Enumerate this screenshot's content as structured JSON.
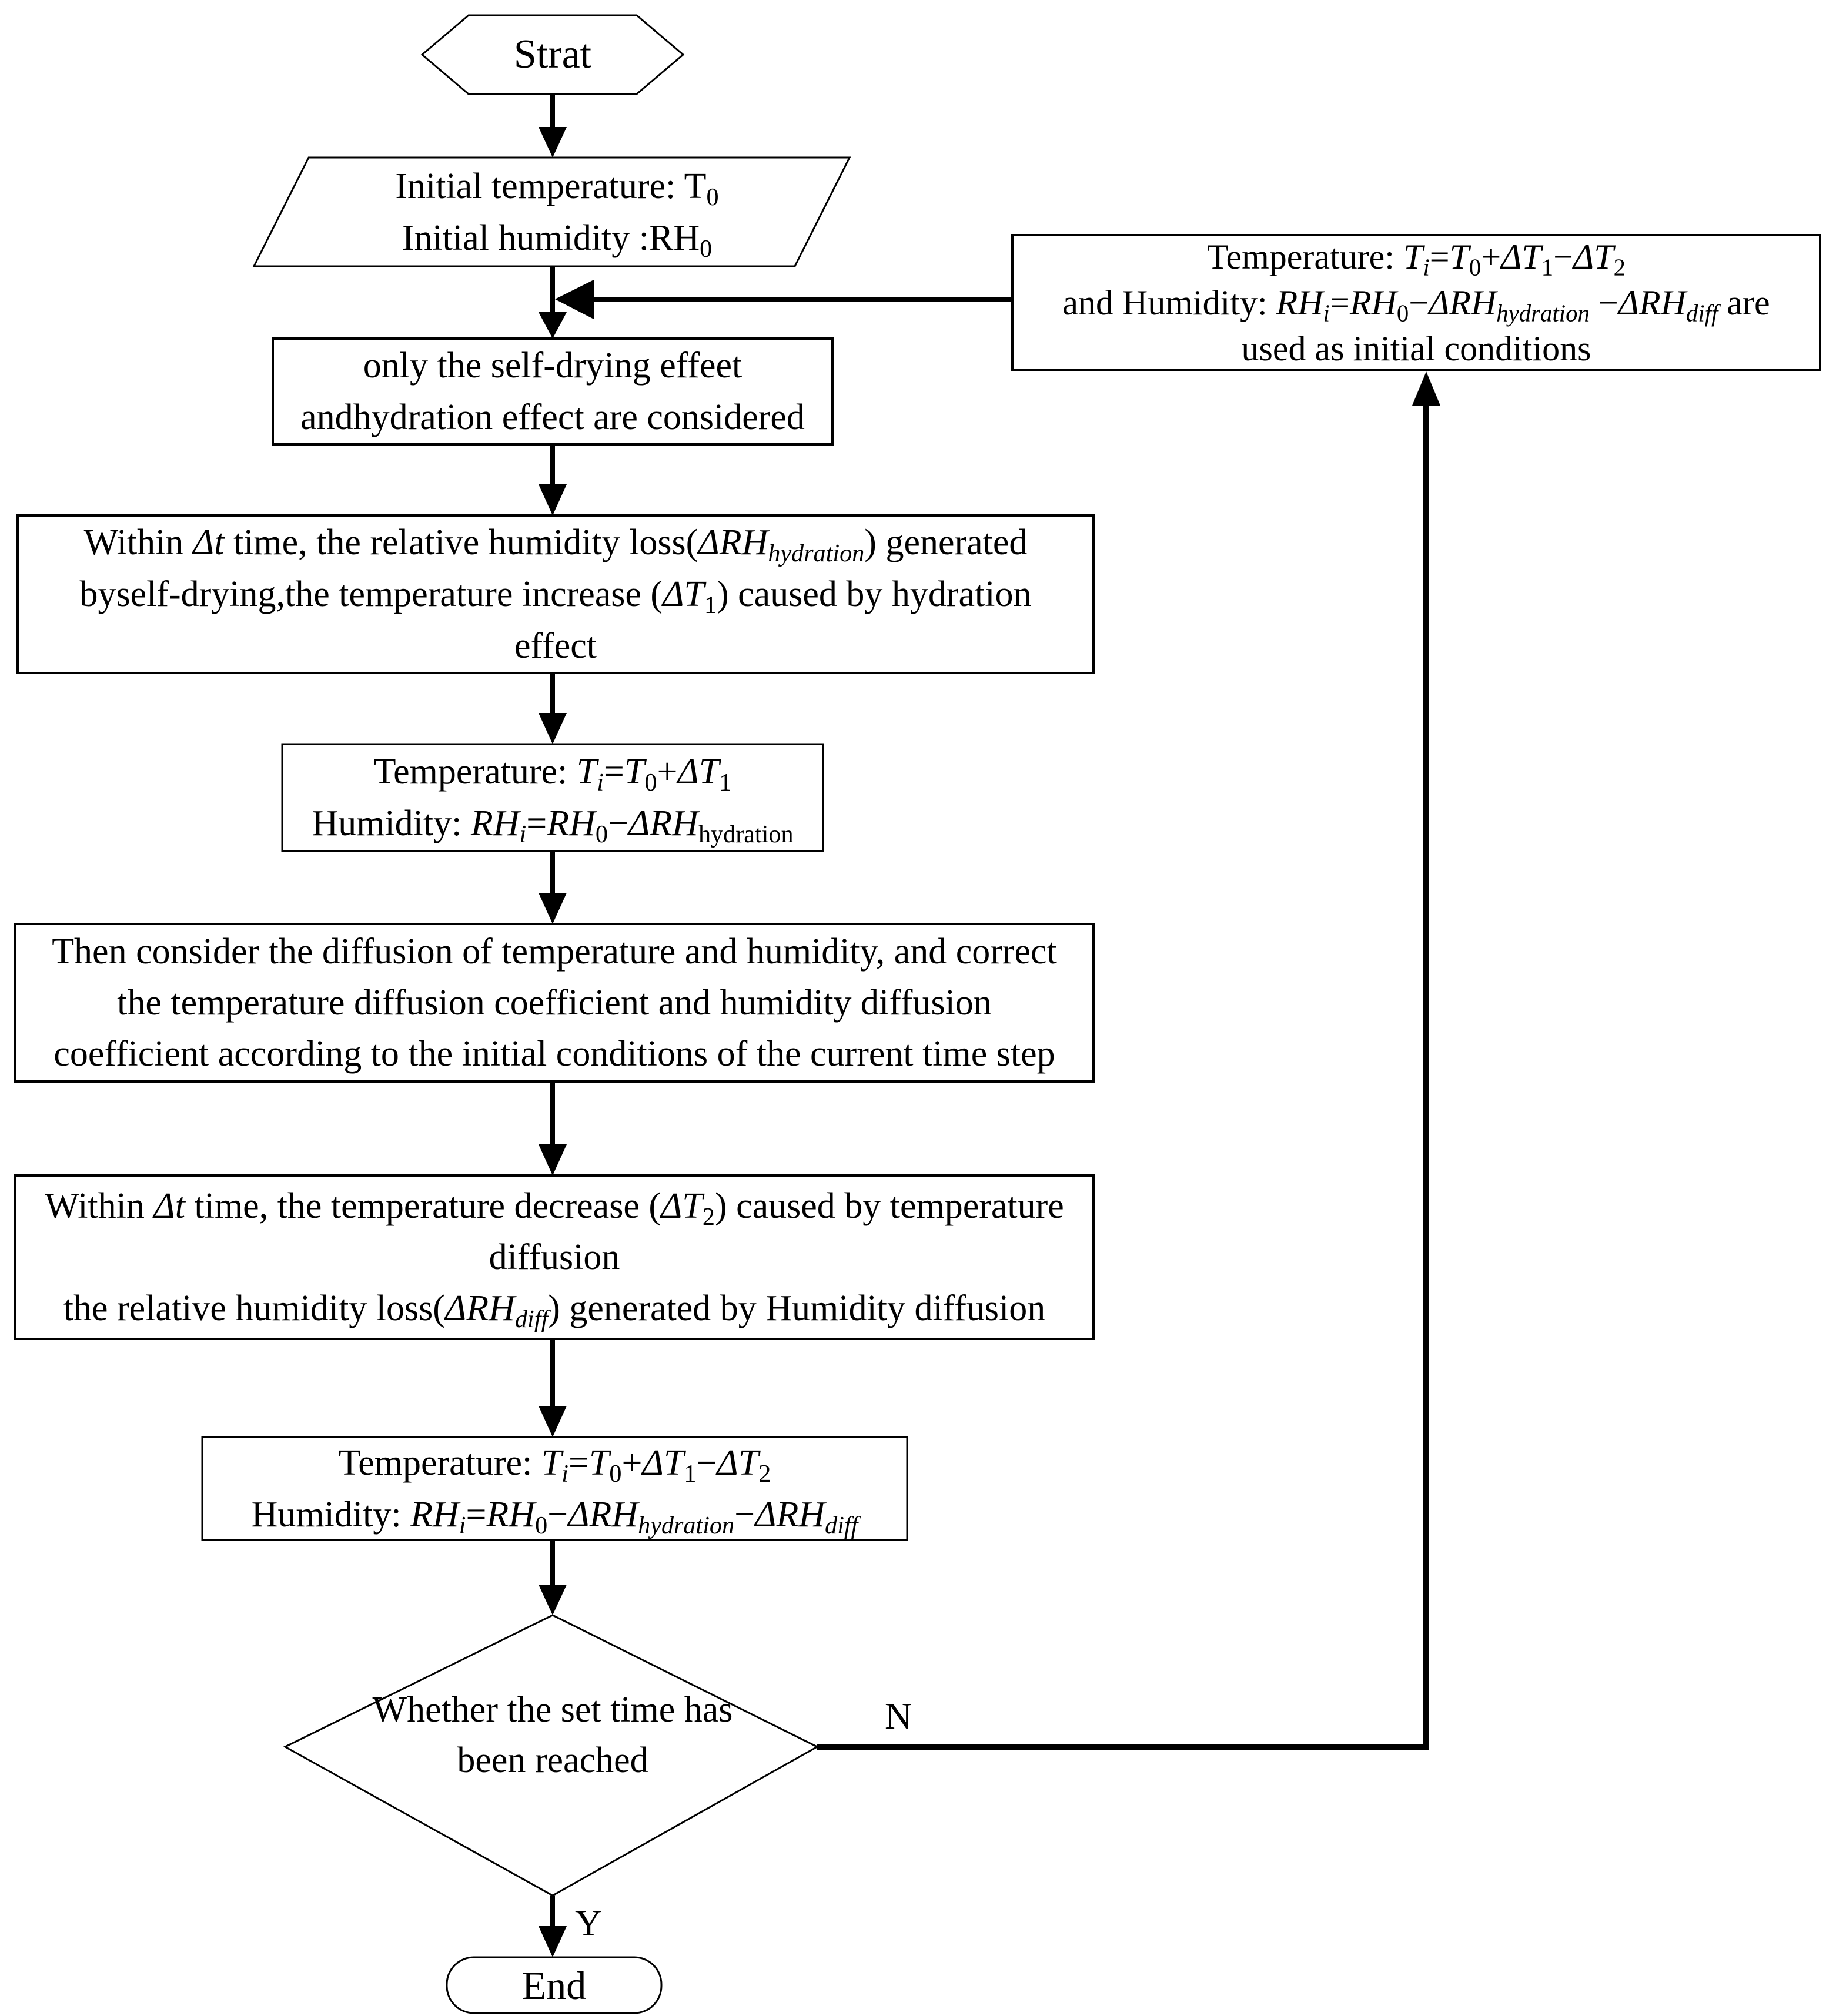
{
  "theme": {
    "ink": "#000000",
    "paper": "#ffffff"
  },
  "nodes": {
    "start": {
      "type": "terminator-hexagon",
      "label": "Strat"
    },
    "init": {
      "type": "io-parallelogram",
      "lines": [
        "Initial temperature: T<sub>0</sub>",
        "Initial humidity :RH<sub>0</sub>"
      ]
    },
    "feedback": {
      "type": "process",
      "lines": [
        "Temperature: <i>T<sub>i</sub></i>=<i>T</i><sub>0</sub>+<i>ΔT</i><sub>1</sub>−<i>ΔT</i><sub>2</sub>",
        "and Humidity: <i>RH<sub>i</sub></i>=<i>RH</i><sub>0</sub>−<i>ΔRH<sub>hydration</sub></i> −<i>ΔRH<sub>diff</sub></i> are",
        "used as initial conditions"
      ]
    },
    "effects": {
      "type": "process",
      "lines": [
        "only the self-drying effeet",
        "andhydration effect are considered"
      ]
    },
    "hydration": {
      "type": "process",
      "lines": [
        "Within <i>Δt</i> time, the relative humidity loss(<i>ΔRH<sub>hydration</sub></i>) generated",
        "byself-drying,the temperature increase (<i>ΔT</i><sub>1</sub>) caused by hydration",
        "effect"
      ]
    },
    "update1": {
      "type": "process",
      "lines": [
        "Temperature: <i>T<sub>i</sub></i>=<i>T</i><sub>0</sub>+<i>ΔT</i><sub>1</sub>",
        "Humidity: <i>RH<sub>i</sub></i>=<i>RH</i><sub>0</sub>−<i>ΔRH</i><sub>hydration</sub>"
      ]
    },
    "diffusion_correct": {
      "type": "process",
      "lines": [
        "Then consider the diffusion of temperature and humidity, and correct",
        "the temperature diffusion coefficient and humidity diffusion",
        "coefficient according to the initial conditions of the current time step"
      ]
    },
    "diffusion_loss": {
      "type": "process",
      "lines": [
        "Within <i>Δt</i> time, the temperature decrease (<i>ΔT</i><sub>2</sub>) caused by temperature",
        "diffusion",
        "the relative humidity loss(<i>ΔRH<sub>diff</sub></i>) generated by Humidity diffusion"
      ]
    },
    "update2": {
      "type": "process",
      "lines": [
        "Temperature: <i>T<sub>i</sub></i>=<i>T</i><sub>0</sub>+<i>ΔT</i><sub>1</sub>−<i>ΔT</i><sub>2</sub>",
        "Humidity: <i>RH<sub>i</sub></i>=<i>RH</i><sub>0</sub>−<i>ΔRH<sub>hydration</sub></i>−<i>ΔRH<sub>diff</sub></i>"
      ]
    },
    "decision": {
      "type": "decision-diamond",
      "lines": [
        "Whether the set time has",
        "been reached"
      ]
    },
    "end": {
      "type": "terminator-rounded",
      "label": "End"
    }
  },
  "edges": {
    "no_label": "N",
    "yes_label": "Y"
  }
}
